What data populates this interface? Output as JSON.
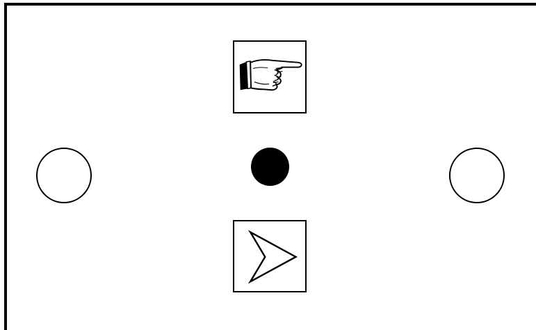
{
  "colors": {
    "background": "#ffffff",
    "ink": "#000000"
  },
  "cues": {
    "top": {
      "icon": "pointing-hand-icon"
    },
    "bottom": {
      "icon": "arrowhead-right-icon"
    }
  },
  "targets": {
    "left": {
      "style": "outline"
    },
    "center": {
      "style": "filled"
    },
    "right": {
      "style": "outline"
    }
  }
}
